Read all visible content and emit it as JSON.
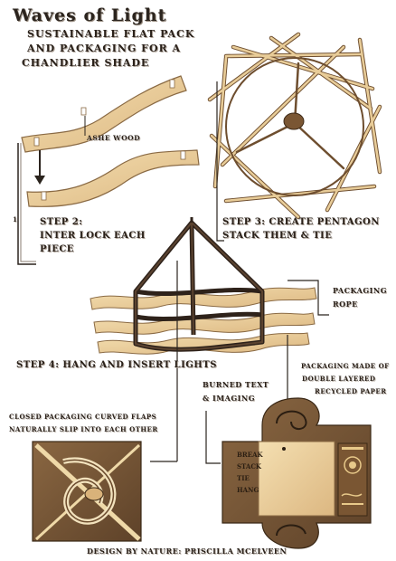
{
  "title": "Waves of Light",
  "subtitle_lines": [
    "Sustainable flat pack",
    "and packaging for a",
    "chandlier shade"
  ],
  "labels": {
    "ashe_wood": "Ashe wood",
    "step2_line1": "Step 2:",
    "step2_line2": "Inter lock each",
    "step2_line3": "piece",
    "step3_line1": "Step 3: Create pentagon",
    "step3_line2": "stack them & tie",
    "packaging": "Packaging",
    "rope": "rope",
    "step4": "Step 4: Hang and insert lights",
    "burned_1": "Burned text",
    "burned_2": "& imaging",
    "packaging_made_1": "Packaging made of",
    "packaging_made_2": "double layered",
    "packaging_made_3": "recycled paper",
    "closed_1": "Closed packaging curved flaps",
    "closed_2": "naturally slip into each other",
    "credit": "Design by nature: Priscilla McElveen"
  },
  "box_text": [
    "Break",
    "Stack",
    "Tie",
    "Hang"
  ],
  "step1_marker": "1",
  "colors": {
    "wood_light": "#f1d9a6",
    "wood_mid": "#d9b27a",
    "wood_dark": "#7a5633",
    "ink": "#2b241e",
    "rope": "#3a2a1e"
  }
}
